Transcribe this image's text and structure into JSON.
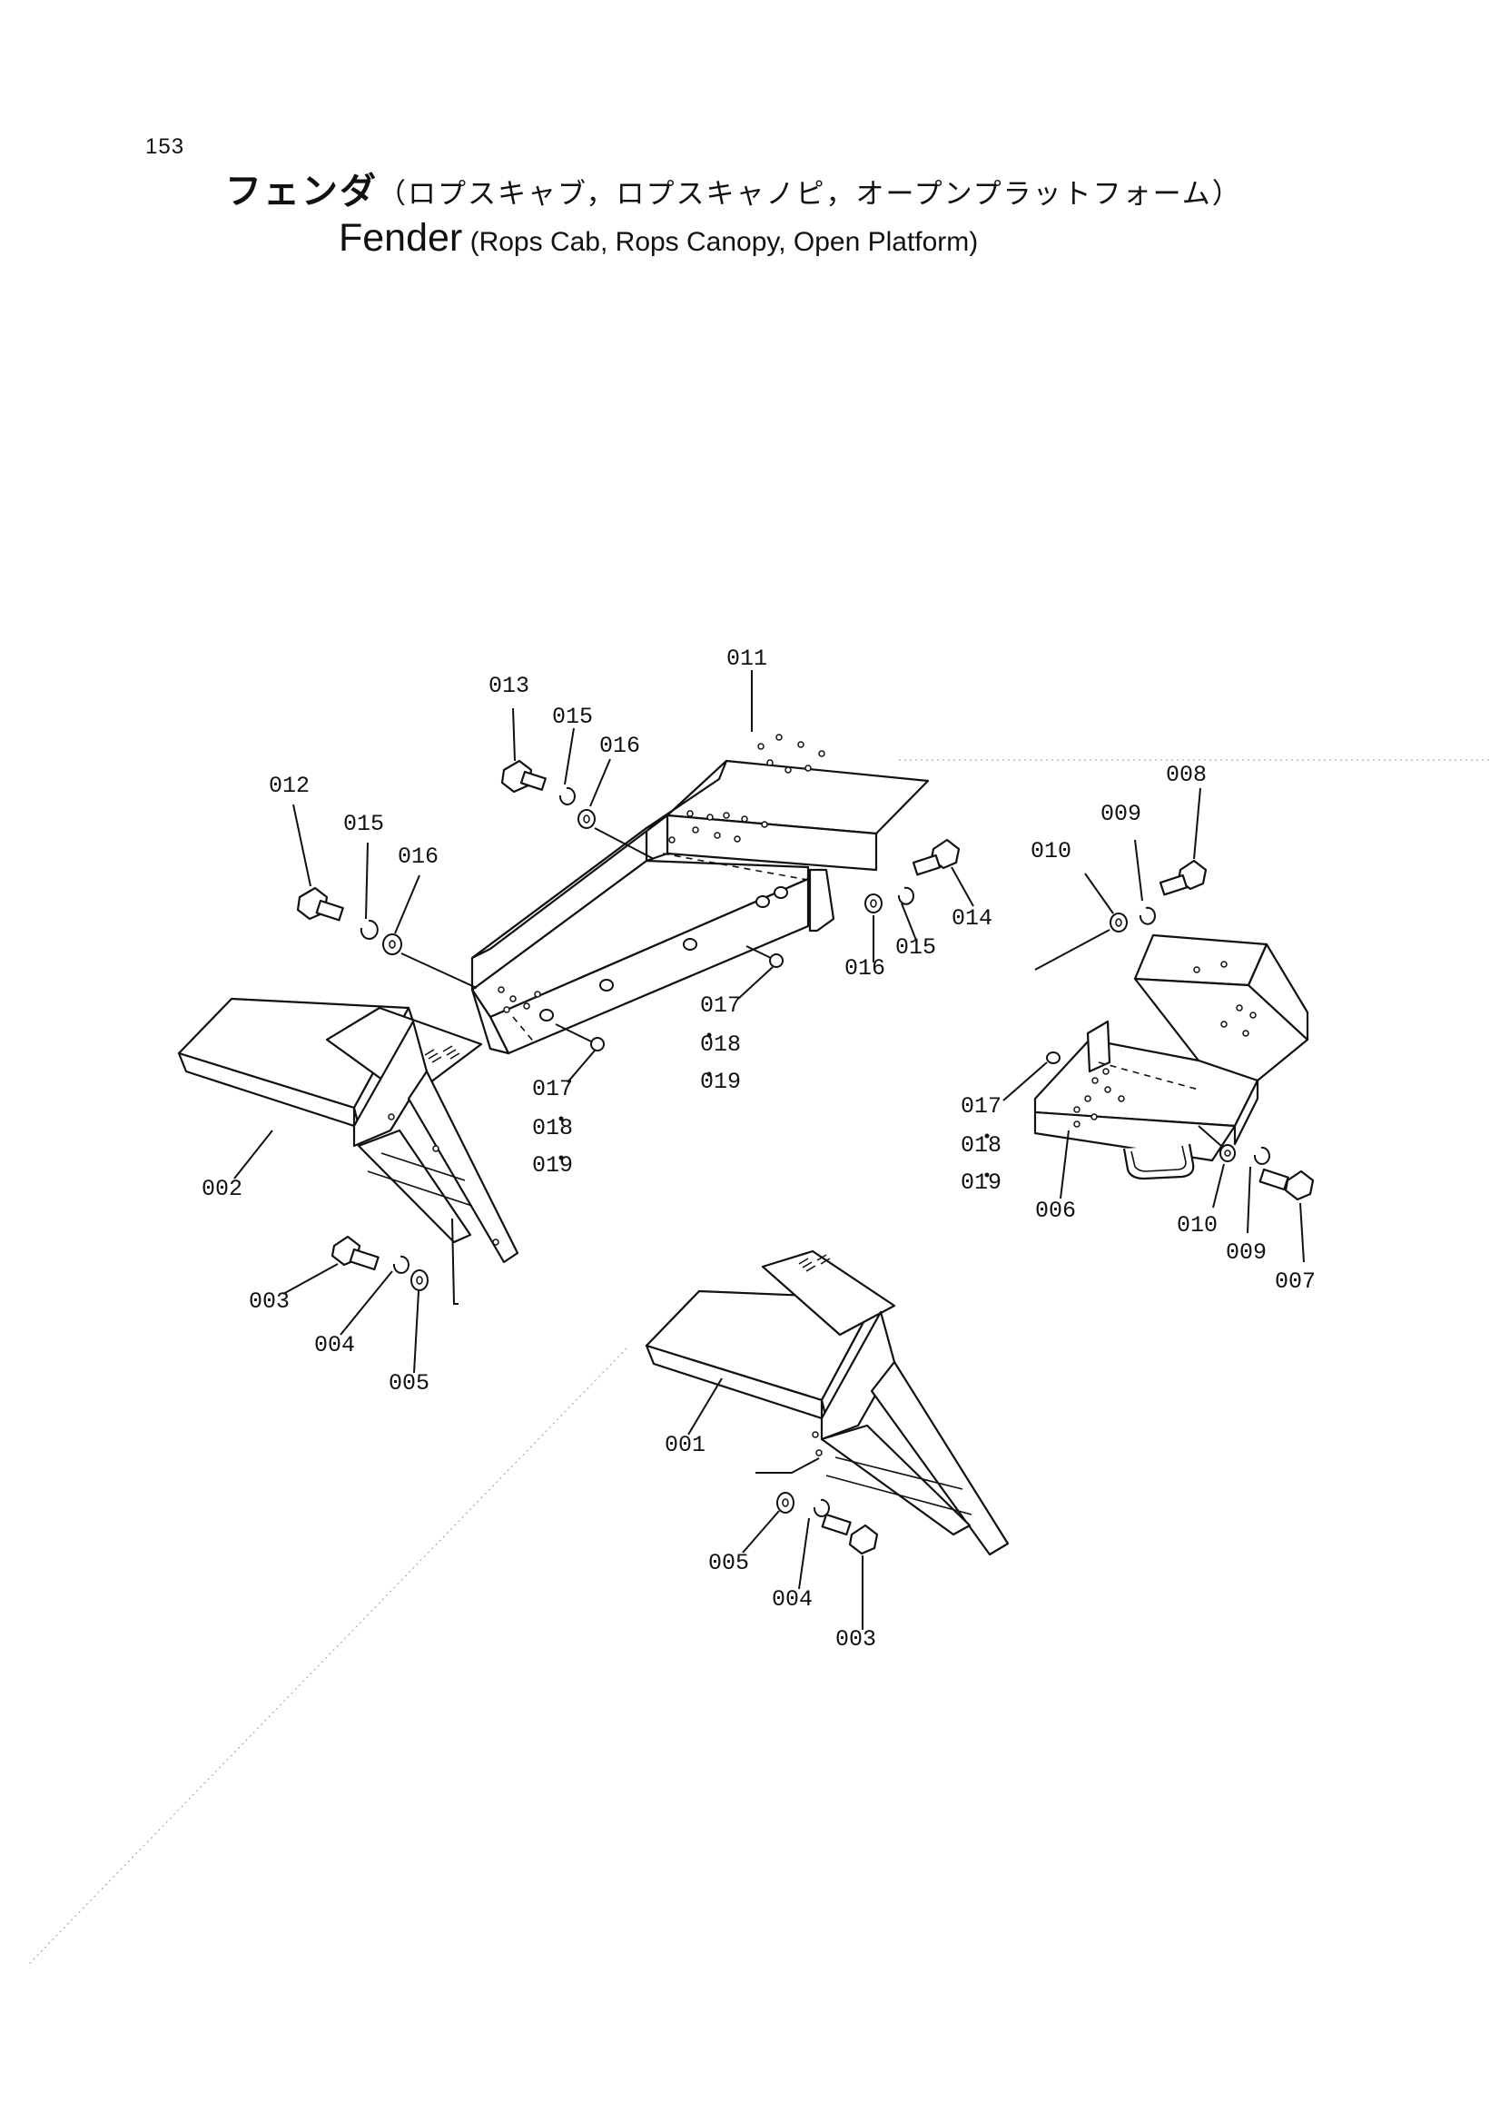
{
  "header": {
    "page_number": "153",
    "title_jp_main": "フェンダ",
    "title_jp_sub": "（ロプスキャブ，ロプスキャノピ，オープンプラットフォーム）",
    "title_en_main": "Fender",
    "title_en_sub": " (Rops Cab, Rops Canopy, Open Platform)"
  },
  "labels": {
    "p011": "011",
    "p013": "013",
    "p015a": "015",
    "p016a": "016",
    "p008": "008",
    "p012": "012",
    "p015b": "015",
    "p016b": "016",
    "p009a": "009",
    "p010a": "010",
    "p014": "014",
    "p015c": "015",
    "p016c": "016",
    "p017a": "017",
    "p018a": "018",
    "p019a": "019",
    "p017b": "017",
    "p018b": "018",
    "p019b": "019",
    "p017c": "017",
    "p018c": "018",
    "p019c": "019",
    "p002": "002",
    "p006": "006",
    "p010b": "010",
    "p009b": "009",
    "p007": "007",
    "p003a": "003",
    "p004a": "004",
    "p005a": "005",
    "p001": "001",
    "p005b": "005",
    "p004b": "004",
    "p003b": "003"
  }
}
